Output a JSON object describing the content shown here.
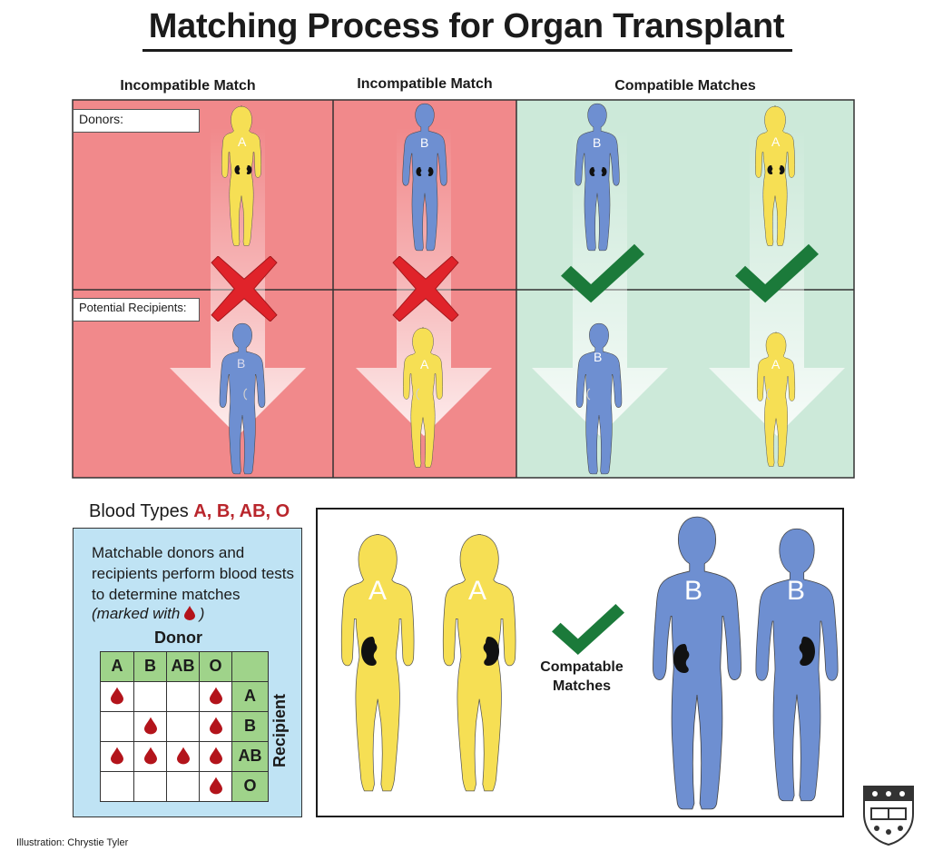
{
  "title": "Matching Process for Organ Transplant",
  "columns": [
    {
      "heading": "Incompatible Match",
      "donor_type": "A",
      "recipient_type": "B",
      "result": "incompatible"
    },
    {
      "heading": "Incompatible Match",
      "donor_type": "B",
      "recipient_type": "A",
      "result": "incompatible"
    },
    {
      "heading": "Compatible Matches",
      "pairs": [
        {
          "donor_type": "B",
          "recipient_type": "B"
        },
        {
          "donor_type": "A",
          "recipient_type": "A"
        }
      ],
      "result": "compatible"
    }
  ],
  "row_labels": {
    "donors": "Donors:",
    "recipients": "Potential Recipients:"
  },
  "blood_types": {
    "prefix": "Blood Types",
    "list": "A, B, AB, O"
  },
  "info": {
    "text": "Matchable donors and recipients perform blood tests to determine matches",
    "note": "(marked with",
    "note_end": ")"
  },
  "grid": {
    "donor_label": "Donor",
    "recipient_label": "Recipient",
    "donor_types": [
      "A",
      "B",
      "AB",
      "O"
    ],
    "recipient_types": [
      "A",
      "B",
      "AB",
      "O"
    ],
    "matches": [
      [
        true,
        false,
        false,
        true
      ],
      [
        false,
        true,
        false,
        true
      ],
      [
        true,
        true,
        true,
        true
      ],
      [
        false,
        false,
        false,
        true
      ]
    ]
  },
  "bottom": {
    "figures": [
      "A",
      "A",
      "B",
      "B"
    ],
    "compat_label": "Compatable Matches"
  },
  "credit": "Illustration: Chrystie Tyler",
  "colors": {
    "incompatible_bg": "#f1898b",
    "compatible_bg": "#cce9d9",
    "yellow_figure": "#f6df54",
    "blue_figure": "#6e8fd1",
    "cross": "#e0232a",
    "check": "#1b7a3a",
    "blood": "#b3141b",
    "grid_header": "#9fd38a"
  },
  "icons": [
    "cross-icon",
    "check-icon",
    "kidney-icon",
    "blood-drop-icon",
    "arrow-icon",
    "crest-icon"
  ]
}
